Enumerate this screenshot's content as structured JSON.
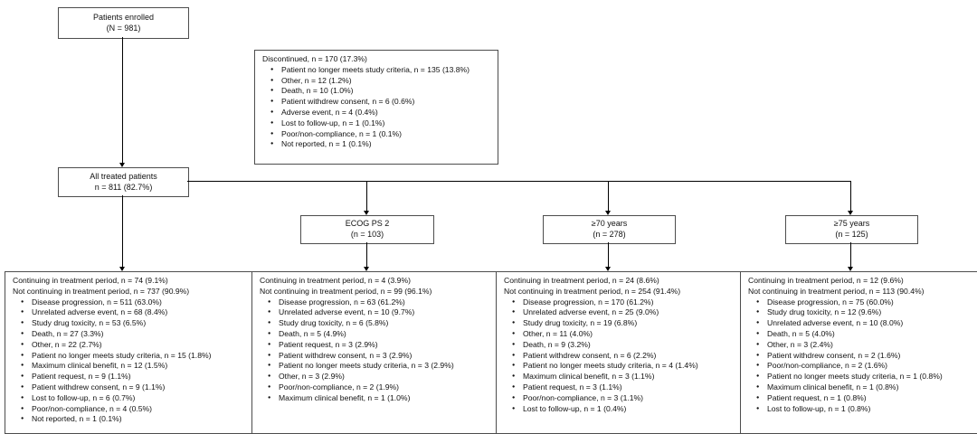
{
  "enrolled_box": {
    "line1": "Patients enrolled",
    "line2": "(N = 981)"
  },
  "discontinued_box": {
    "title": "Discontinued, n = 170 (17.3%)",
    "items": [
      "Patient no longer meets study criteria, n = 135 (13.8%)",
      "Other, n = 12 (1.2%)",
      "Death, n = 10 (1.0%)",
      "Patient withdrew consent, n = 6 (0.6%)",
      "Adverse event, n = 4 (0.4%)",
      "Lost to follow-up, n = 1 (0.1%)",
      "Poor/non-compliance, n = 1 (0.1%)",
      "Not reported, n = 1 (0.1%)"
    ]
  },
  "treated_box": {
    "line1": "All treated patients",
    "line2": "n = 811 (82.7%)"
  },
  "subgroups": [
    {
      "line1": "ECOG PS 2",
      "line2": "(n = 103)"
    },
    {
      "line1": "≥70 years",
      "line2": "(n = 278)"
    },
    {
      "line1": "≥75 years",
      "line2": "(n = 125)"
    }
  ],
  "outcomes": [
    {
      "title1": "Continuing in treatment period, n = 74 (9.1%)",
      "title2": "Not continuing in treatment period, n = 737 (90.9%)",
      "items": [
        "Disease progression, n = 511 (63.0%)",
        "Unrelated adverse event, n = 68 (8.4%)",
        "Study drug toxicity, n = 53 (6.5%)",
        "Death, n = 27 (3.3%)",
        "Other, n = 22 (2.7%)",
        "Patient no longer meets study criteria, n = 15 (1.8%)",
        "Maximum clinical benefit, n = 12 (1.5%)",
        "Patient request, n = 9 (1.1%)",
        "Patient withdrew consent, n = 9 (1.1%)",
        "Lost to follow-up, n = 6 (0.7%)",
        "Poor/non-compliance, n = 4 (0.5%)",
        "Not reported, n = 1 (0.1%)"
      ]
    },
    {
      "title1": "Continuing in treatment period, n = 4 (3.9%)",
      "title2": "Not continuing in treatment period, n = 99 (96.1%)",
      "items": [
        "Disease progression, n = 63 (61.2%)",
        "Unrelated adverse event, n = 10 (9.7%)",
        "Study drug toxicity, n = 6 (5.8%)",
        "Death, n = 5 (4.9%)",
        "Patient request, n = 3 (2.9%)",
        "Patient withdrew consent, n = 3 (2.9%)",
        "Patient no longer meets study criteria, n = 3 (2.9%)",
        "Other, n = 3 (2.9%)",
        "Poor/non-compliance, n = 2 (1.9%)",
        "Maximum clinical benefit, n = 1 (1.0%)"
      ]
    },
    {
      "title1": "Continuing in treatment period, n = 24 (8.6%)",
      "title2": "Not continuing in treatment period, n = 254 (91.4%)",
      "items": [
        "Disease progression, n = 170 (61.2%)",
        "Unrelated adverse event, n = 25 (9.0%)",
        "Study drug toxicity, n = 19 (6.8%)",
        "Other, n = 11 (4.0%)",
        "Death, n = 9 (3.2%)",
        "Patient withdrew consent, n = 6 (2.2%)",
        "Patient no longer meets study criteria, n = 4 (1.4%)",
        "Maximum clinical benefit, n = 3 (1.1%)",
        "Patient request, n = 3 (1.1%)",
        "Poor/non-compliance, n = 3 (1.1%)",
        "Lost to follow-up, n = 1 (0.4%)"
      ]
    },
    {
      "title1": "Continuing in treatment period, n = 12 (9.6%)",
      "title2": "Not continuing in treatment period, n = 113 (90.4%)",
      "items": [
        "Disease progression, n = 75 (60.0%)",
        "Study drug toxicity, n = 12 (9.6%)",
        "Unrelated adverse event, n = 10 (8.0%)",
        "Death, n = 5 (4.0%)",
        "Other, n = 3 (2.4%)",
        "Patient withdrew consent, n = 2 (1.6%)",
        "Poor/non-compliance, n = 2 (1.6%)",
        "Patient no longer meets study criteria, n = 1 (0.8%)",
        "Maximum clinical benefit, n = 1 (0.8%)",
        "Patient request, n = 1 (0.8%)",
        "Lost to follow-up, n = 1 (0.8%)"
      ]
    }
  ]
}
